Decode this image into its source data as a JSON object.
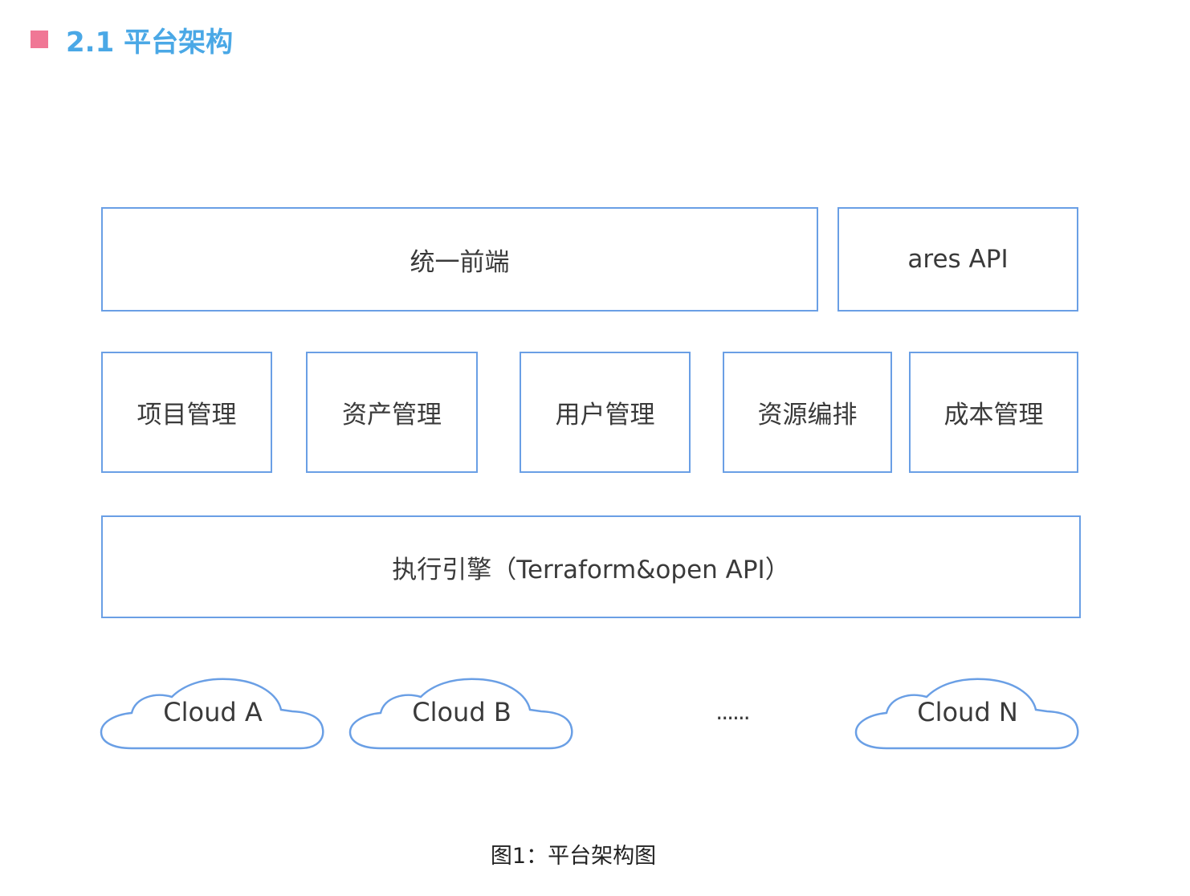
{
  "heading": {
    "text": "2.1 平台架构",
    "marker_color": "#f07795",
    "text_color": "#4aa8e6"
  },
  "diagram": {
    "border_color": "#6a9fe5",
    "top_row": {
      "frontend": "统一前端",
      "api": "ares API"
    },
    "modules": [
      "项目管理",
      "资产管理",
      "用户管理",
      "资源编排",
      "成本管理"
    ],
    "engine": "执行引擎（Terraform&open API）",
    "clouds": [
      "Cloud A",
      "Cloud B",
      "Cloud N"
    ],
    "ellipsis": "......"
  },
  "caption": "图1：平台架构图"
}
